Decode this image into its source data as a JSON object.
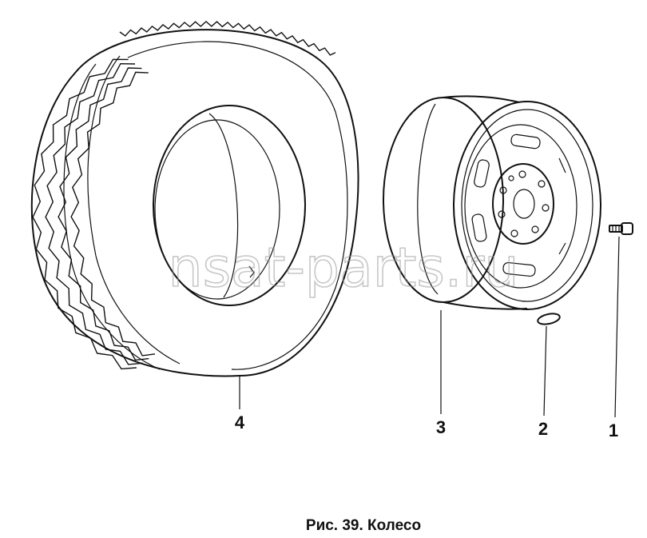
{
  "parts": [
    {
      "number": "4",
      "label_name": "tire"
    },
    {
      "number": "3",
      "label_name": "wheel-rim"
    },
    {
      "number": "2",
      "label_name": "hub-cap-plate"
    },
    {
      "number": "1",
      "label_name": "wheel-bolt"
    }
  ],
  "caption": "Рис. 39. Колесо",
  "watermark": "nsat-parts.ru",
  "colors": {
    "ink": "#111111",
    "watermark": "#9a9a9a",
    "background": "#ffffff"
  }
}
